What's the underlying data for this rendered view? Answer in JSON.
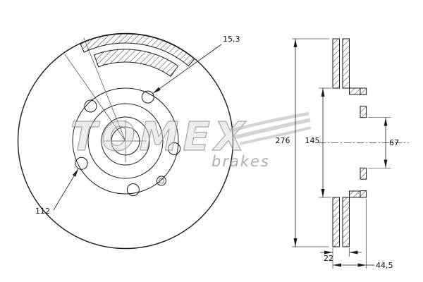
{
  "drawing": {
    "watermark": {
      "brand": "TOMEX",
      "sub": "brakes"
    },
    "front_view": {
      "hole_diameter_label": "15,3",
      "pitch_circle_label": "112"
    },
    "section_view": {
      "outer_diameter_label": "276",
      "friction_inner_diameter_label": "145",
      "bore_diameter_label": "67",
      "thickness_label": "22",
      "overall_width_label": "44,5"
    },
    "colors": {
      "line": "#1a1a1a",
      "watermark_gray": "#b5b5b5",
      "background": "#ffffff"
    }
  }
}
